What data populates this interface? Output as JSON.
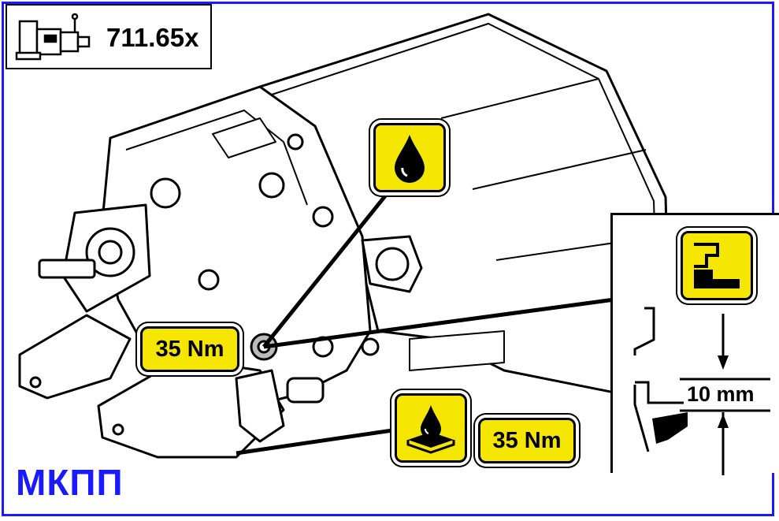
{
  "header": {
    "model_code": "711.65x",
    "model_icon": "transmission-icon"
  },
  "page_label": "МКПП",
  "callouts": {
    "torque_upper": "35 Nm",
    "torque_lower": "35 Nm"
  },
  "icons": {
    "oil_level": "oil-drop-icon",
    "oil_drain": "oil-drain-pan-icon",
    "fill_level": "fill-level-gauge-icon"
  },
  "inset": {
    "dimension": "10 mm"
  },
  "colors": {
    "frame": "#1a1aff",
    "badge": "#f5e600",
    "label": "#1a1aff"
  }
}
